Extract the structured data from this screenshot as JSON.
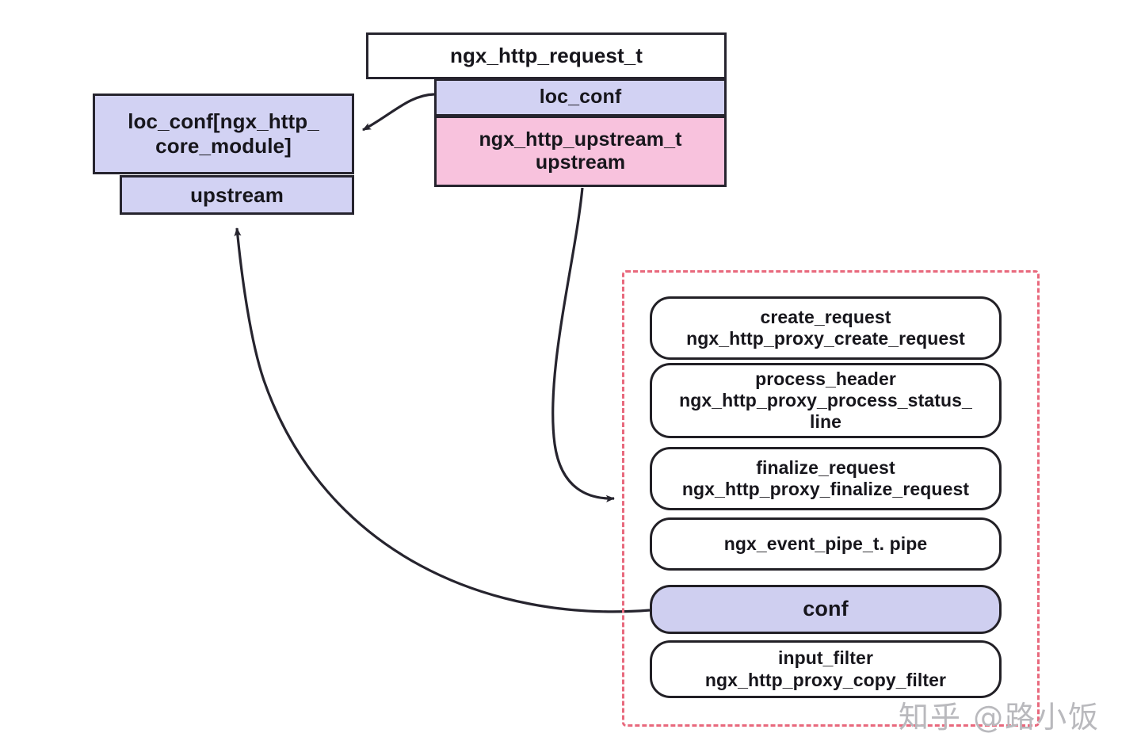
{
  "diagram": {
    "title": "nginx http request upstream / proxy module structure",
    "colors": {
      "lavender": "#d2d2f3",
      "pink": "#f8c2dd",
      "white": "#ffffff",
      "stroke": "#26242e",
      "dashed_group_border": "#e8697d",
      "watermark": "#b9b9bd"
    },
    "left_cluster": {
      "loc_conf_core": "loc_conf[ngx_http_\ncore_module]",
      "upstream": "upstream"
    },
    "request_cluster": {
      "header": "ngx_http_request_t",
      "loc_conf": "loc_conf",
      "upstream": "ngx_http_upstream_t\nupstream"
    },
    "proxy_group": {
      "items": [
        {
          "label": "create_request\nngx_http_proxy_create_request"
        },
        {
          "label": "process_header\nngx_http_proxy_process_status_\nline"
        },
        {
          "label": "finalize_request\nngx_http_proxy_finalize_request"
        },
        {
          "label": "ngx_event_pipe_t. pipe"
        },
        {
          "label": "conf"
        },
        {
          "label": "input_filter\nngx_http_proxy_copy_filter"
        }
      ]
    },
    "watermark": "知乎 @路小饭"
  }
}
